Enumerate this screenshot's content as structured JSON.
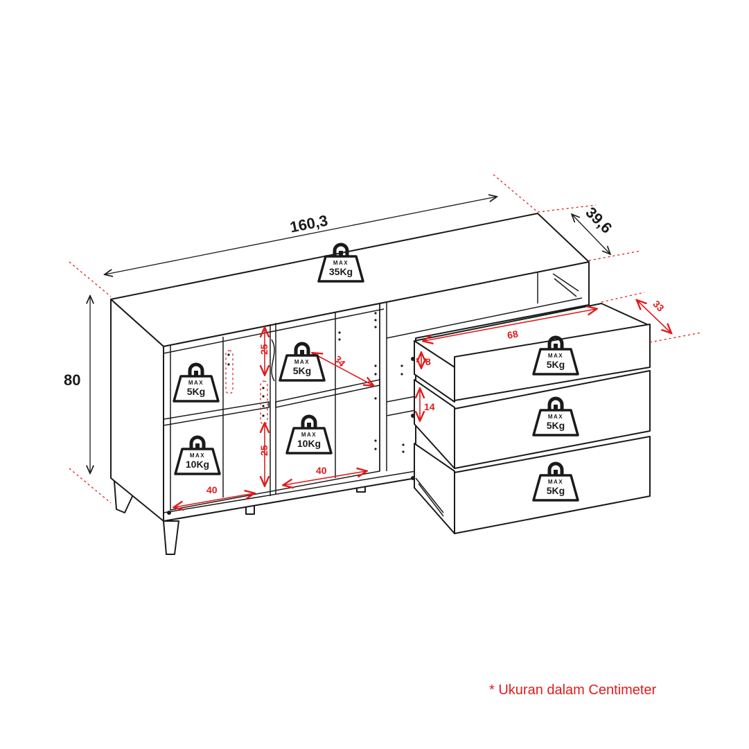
{
  "dimensions": {
    "width": "160,3",
    "depth": "39,6",
    "height": "80",
    "drawer_depth": "33",
    "drawer_width": "68",
    "drawer_height_top": "8",
    "drawer_height_mid": "14",
    "left_shelf_height_upper": "25",
    "left_shelf_height_lower": "25",
    "left_shelf_width": "40",
    "mid_shelf_width": "40",
    "mid_shelf_depth": "34"
  },
  "weights": {
    "max_label": "MAX",
    "top": "35Kg",
    "left_upper": "5Kg",
    "left_lower": "10Kg",
    "mid_upper": "5Kg",
    "mid_lower": "10Kg",
    "drawer_top": "5Kg",
    "drawer_mid": "5Kg",
    "drawer_bottom": "5Kg"
  },
  "note": "* Ukuran dalam Centimeter",
  "colors": {
    "accent": "#e11b1b",
    "line": "#1a1a1a"
  }
}
